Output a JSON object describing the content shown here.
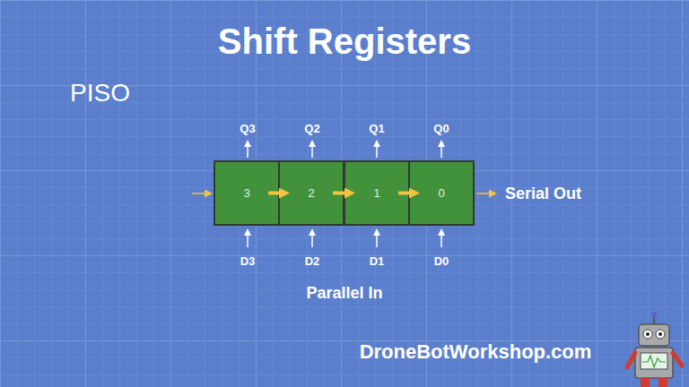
{
  "diagram": {
    "title": "Shift Registers",
    "nodes": [
      {
        "text": [
          "3"
        ]
      },
      {
        "text": [
          "2"
        ]
      },
      {
        "text": [
          "1"
        ]
      },
      {
        "text": [
          "0"
        ]
      }
    ],
    "edges": [
      {
        "from": 0,
        "to": 1,
        "arrow": "to"
      },
      {
        "from": 1,
        "to": 2,
        "arrow": "to"
      },
      {
        "from": 2,
        "to": 3,
        "arrow": "to"
      }
    ],
    "labels": [
      "PISO",
      "Q3",
      "Q2",
      "Q1",
      "Q0",
      "Serial Out",
      "D3",
      "D2",
      "D1",
      "D0",
      "Parallel In",
      "DroneBotWorkshop.com"
    ]
  }
}
